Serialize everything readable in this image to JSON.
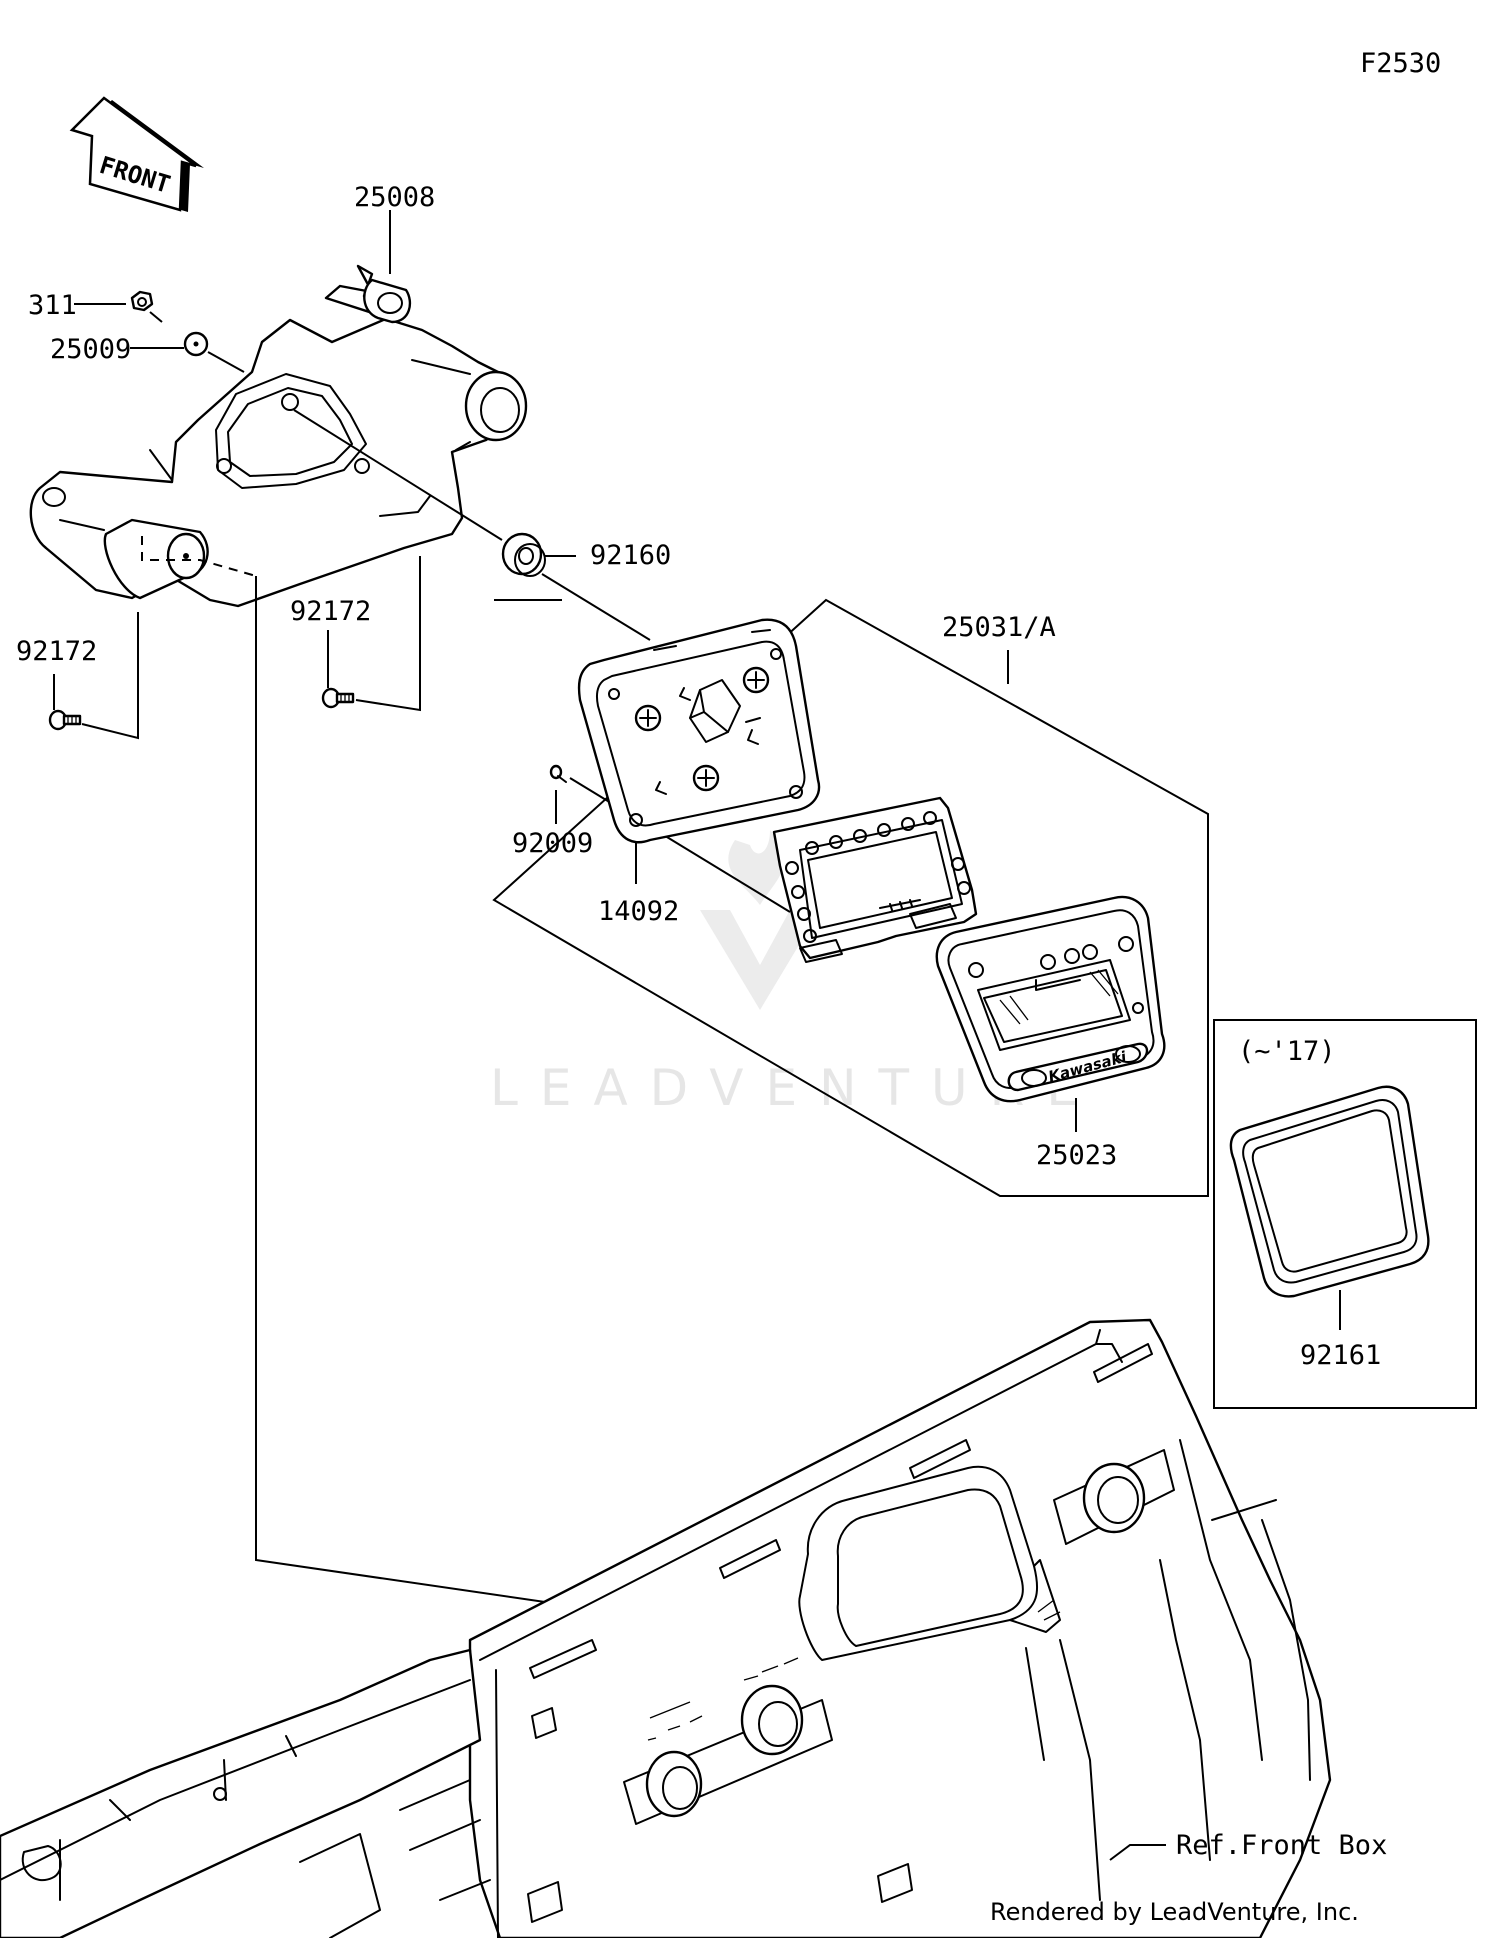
{
  "diagram_code": "F2530",
  "front_arrow_text": "FRONT",
  "labels": {
    "p311": "311",
    "p25009": "25009",
    "p25008": "25008",
    "p92160": "92160",
    "p92172_left": "92172",
    "p92172_mid": "92172",
    "p25031A": "25031/A",
    "p92009": "92009",
    "p14092": "14092",
    "p25023": "25023",
    "p92161": "92161",
    "inset_note": "(~'17)",
    "ref_front_box": "Ref.Front Box",
    "meter_brand": "Kawasaki"
  },
  "watermark": "LEADVENTURE",
  "footer": "Rendered by LeadVenture, Inc."
}
